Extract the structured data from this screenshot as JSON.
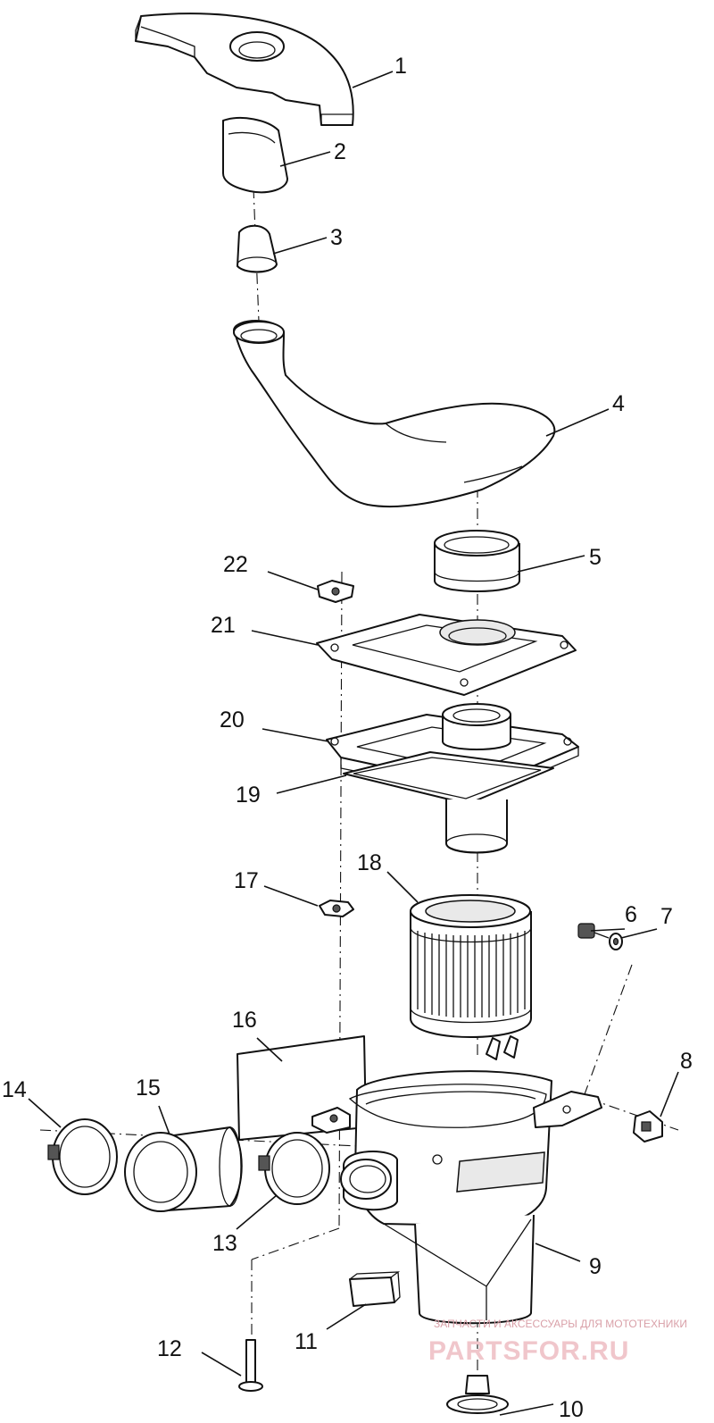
{
  "parts": [
    {
      "id": "1",
      "label": "1"
    },
    {
      "id": "2",
      "label": "2"
    },
    {
      "id": "3",
      "label": "3"
    },
    {
      "id": "4",
      "label": "4"
    },
    {
      "id": "5",
      "label": "5"
    },
    {
      "id": "6",
      "label": "6"
    },
    {
      "id": "7",
      "label": "7"
    },
    {
      "id": "8",
      "label": "8"
    },
    {
      "id": "9",
      "label": "9"
    },
    {
      "id": "10",
      "label": "10"
    },
    {
      "id": "11",
      "label": "11"
    },
    {
      "id": "12",
      "label": "12"
    },
    {
      "id": "13",
      "label": "13"
    },
    {
      "id": "14",
      "label": "14"
    },
    {
      "id": "15",
      "label": "15"
    },
    {
      "id": "16",
      "label": "16"
    },
    {
      "id": "17",
      "label": "17"
    },
    {
      "id": "18",
      "label": "18"
    },
    {
      "id": "19",
      "label": "19"
    },
    {
      "id": "20",
      "label": "20"
    },
    {
      "id": "21",
      "label": "21"
    },
    {
      "id": "22",
      "label": "22"
    }
  ],
  "watermark": {
    "tagline": "ЗАПЧАСТИ И АКСЕССУАРЫ ДЛЯ МОТОТЕХНИКИ",
    "brand": "PARTSFOR.RU"
  }
}
